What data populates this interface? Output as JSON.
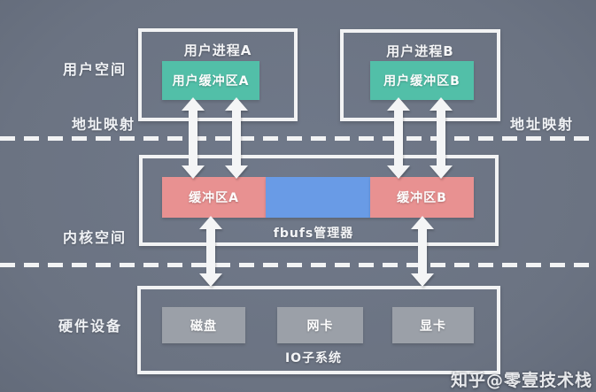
{
  "diagram": {
    "title_semantic": "fbufs zero-copy buffer sharing architecture",
    "layer_labels": {
      "user_space": "用户空间",
      "address_mapping_left": "地址映射",
      "address_mapping_right": "地址映射",
      "kernel_space": "内核空间",
      "hardware": "硬件设备"
    },
    "user_process_a": {
      "title": "用户进程A",
      "buffer_label": "用户缓冲区A"
    },
    "user_process_b": {
      "title": "用户进程B",
      "buffer_label": "用户缓冲区B"
    },
    "kernel": {
      "buffer_a": "缓冲区A",
      "buffer_b": "缓冲区B",
      "manager_label": "fbufs管理器"
    },
    "hardware": {
      "devices": [
        "磁盘",
        "网卡",
        "显卡"
      ],
      "subsystem_label": "IO子系统"
    },
    "watermark": "知乎@零壹技术栈",
    "colors": {
      "background": "#6b7382",
      "box_border_white": "#f2f3f4",
      "user_buffer_teal": "#52bfa8",
      "kernel_buffer_red": "#e89191",
      "shared_pool_blue": "#699be6",
      "device_gray": "#9ba0a8"
    }
  }
}
